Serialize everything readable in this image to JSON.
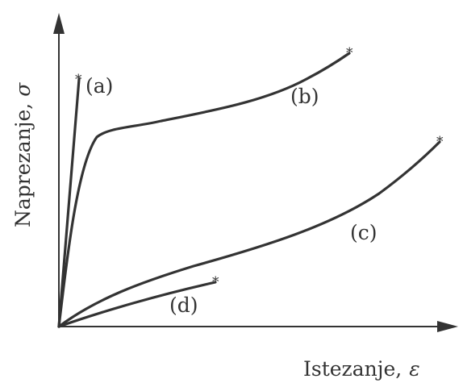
{
  "axes": {
    "y_label": "Naprezanje,",
    "y_symbol": "σ",
    "x_label": "Istezanje,",
    "x_symbol": "ε"
  },
  "curves": [
    {
      "id": "a",
      "label": "(a)",
      "end_marker": "*"
    },
    {
      "id": "b",
      "label": "(b)",
      "end_marker": "*"
    },
    {
      "id": "c",
      "label": "(c)",
      "end_marker": "*"
    },
    {
      "id": "d",
      "label": "(d)",
      "end_marker": "*"
    }
  ],
  "colors": {
    "ink": "#333333",
    "background": "#ffffff"
  }
}
